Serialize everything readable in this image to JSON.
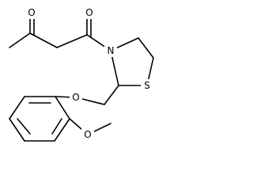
{
  "molecule": {
    "atoms": {
      "carbonyl_oxygen_1": "O",
      "carbonyl_oxygen_2": "O",
      "ring_nitrogen": "N",
      "ring_sulfur": "S",
      "ether_oxygen": "O",
      "methoxy_oxygen": "O"
    }
  }
}
